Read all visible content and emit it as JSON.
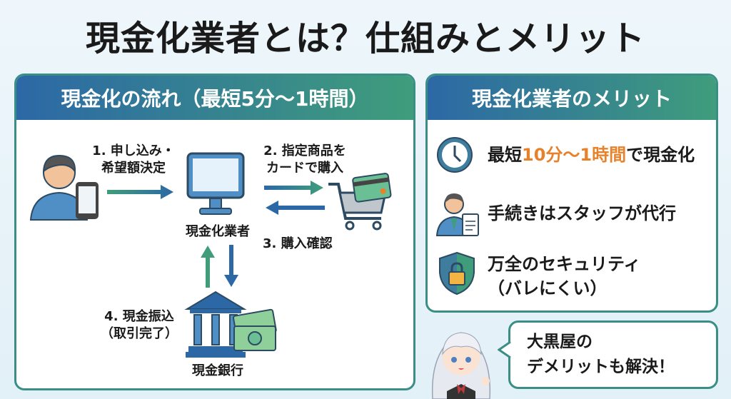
{
  "title": "現金化業者とは？仕組みとメリット",
  "flow": {
    "header": "現金化の流れ（最短5分〜1時間）",
    "step1": [
      "1. 申し込み・",
      "希望額決定"
    ],
    "step2": [
      "2. 指定商品を",
      "カードで購入"
    ],
    "step3": "3. 購入確認",
    "step4": [
      "4. 現金振込",
      "（取引完了）"
    ],
    "dealer": "現金化業者",
    "bank": "現金銀行"
  },
  "merits": {
    "header": "現金化業者のメリット",
    "item1": {
      "pre": "最短",
      "highlight": "10分〜1時間",
      "post": "で現金化"
    },
    "item2": "手続きはスタッフが代行",
    "item3": [
      "万全のセキュリティ",
      "（バレにくい）"
    ]
  },
  "bubble": [
    "大黒屋の",
    "デメリットも解決！"
  ],
  "colors": {
    "header_start": "#2c68a6",
    "header_end": "#3f9d7b",
    "highlight": "#e8822a",
    "border": "#3a8e86"
  }
}
